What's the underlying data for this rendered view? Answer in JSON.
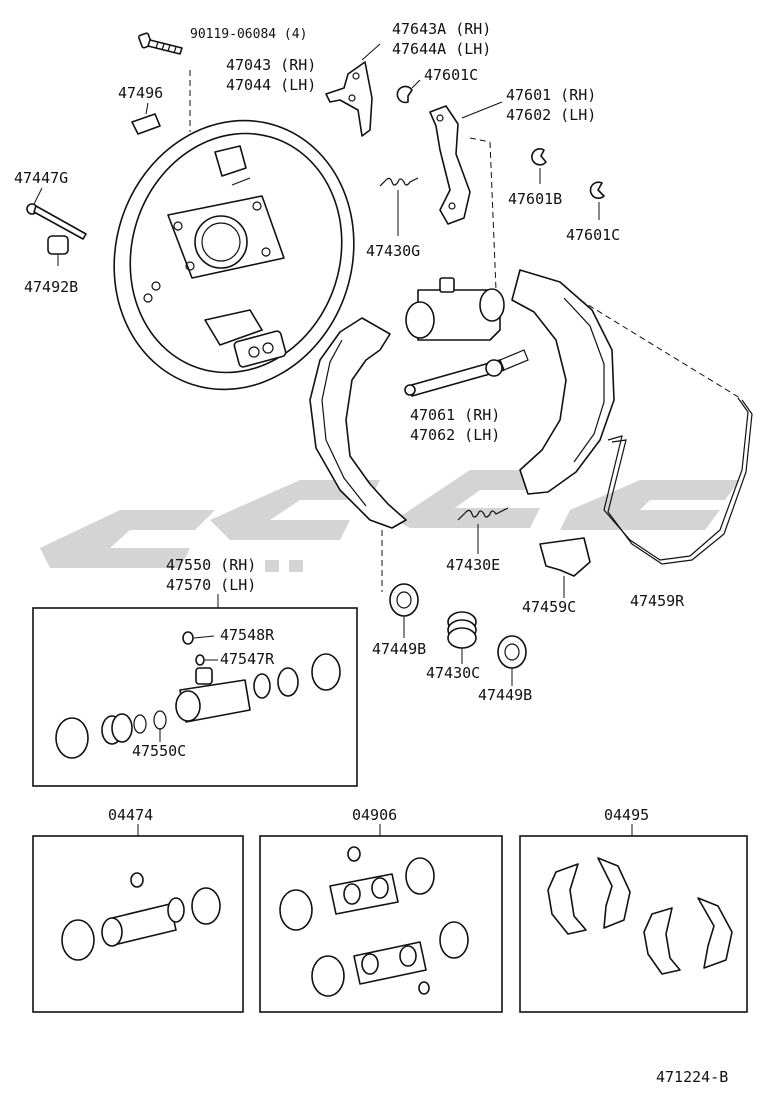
{
  "labels": {
    "bolt": "90119-06084 (4)",
    "cable_bracket_rh": "47643A (RH)",
    "cable_bracket_lh": "47644A (LH)",
    "backing_plate_rh": "47043 (RH)",
    "backing_plate_lh": "47044 (LH)",
    "plug": "47496",
    "clip_c": "47601C",
    "lever_rh": "47601 (RH)",
    "lever_lh": "47602 (LH)",
    "pin": "47447G",
    "clip_b": "47601B",
    "washer": "47492B",
    "spring_g": "47430G",
    "clip_c2": "47601C",
    "strut_rh": "47061 (RH)",
    "strut_lh": "47062 (LH)",
    "spring_e": "47430E",
    "cyl_rh": "47550 (RH)",
    "cyl_lh": "47570 (LH)",
    "bleeder_cap": "47548R",
    "bleeder_plug": "47547R",
    "cup": "47550C",
    "holddown_cup_1": "47449B",
    "spring_c": "47430C",
    "holddown_cup_2": "47449B",
    "cable_guide": "47459C",
    "parking_cable": "47459R",
    "kit_1": "04474",
    "kit_2": "04906",
    "kit_3": "04495",
    "diagram_id": "471224-B"
  },
  "colors": {
    "line": "#111111",
    "watermark": "#d4d4d4"
  }
}
